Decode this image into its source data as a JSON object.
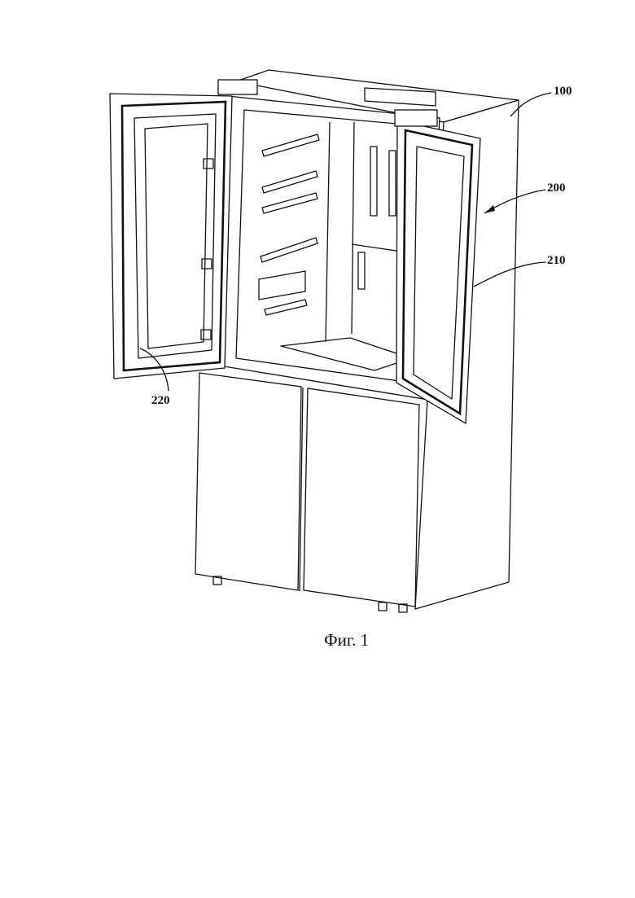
{
  "figure": {
    "caption": "Фиг. 1",
    "labels": {
      "body": "100",
      "door": "200",
      "door_frame": "210",
      "gasket": "220"
    }
  }
}
